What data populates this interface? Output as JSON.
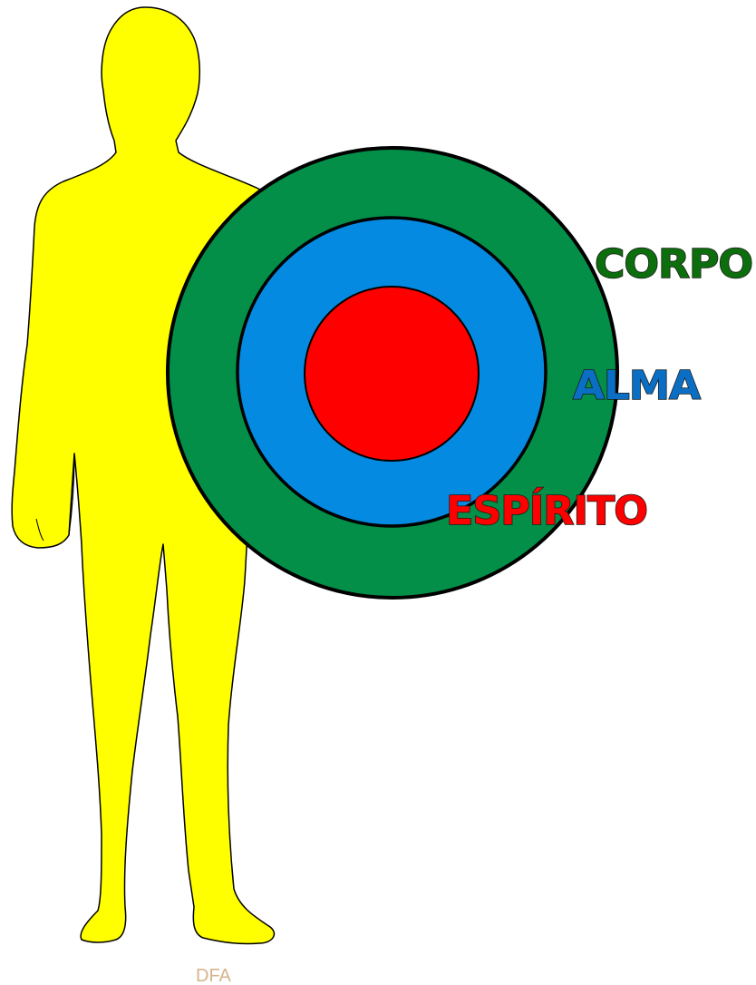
{
  "labels": {
    "corpo": "CORPO",
    "alma": "ALMA",
    "espirito": "ESPÍRITO"
  },
  "credit": "DFA",
  "colors": {
    "figure": "#ffff00",
    "corpo_ring": "#038f48",
    "alma_ring": "#058ae2",
    "espirito_core": "#ff0000",
    "corpo_text": "#0c6e0c",
    "alma_text": "#0a6fc4",
    "espirito_text": "#ff0000",
    "credit_text": "#d6b48c",
    "outline": "#000000"
  }
}
